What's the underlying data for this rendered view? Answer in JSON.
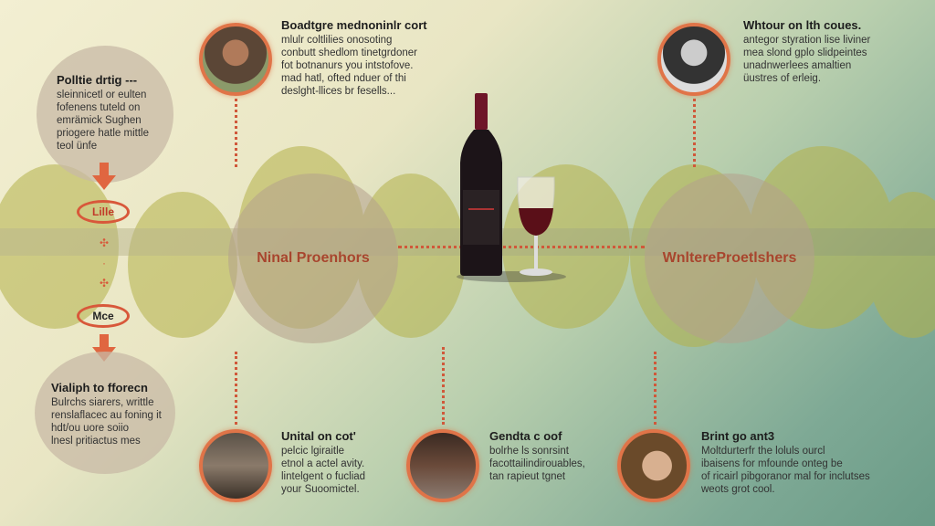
{
  "hubs": {
    "left": "Ninal Proenhors",
    "right": "WnltereProеtlshers"
  },
  "left_panel": {
    "top": {
      "title": "Polltie drtig ---",
      "lines": [
        "sleinnicetl or eulten",
        "fofenens tuteld on",
        "emrämick Sughen",
        "priogere hatle mittle",
        "teol ünfe"
      ]
    },
    "pill1": "Lille",
    "pill2": "Mce",
    "bottom": {
      "title": "Vialiph to fforecn",
      "lines": [
        "Bulrchs siarers, writtle",
        "renslaflacec au foning it",
        "hdt/ou uore soiio",
        "lnesl pritiactus mes"
      ]
    }
  },
  "top_left": {
    "title": "Boadtgre mednoninlr cort",
    "lines": [
      "mlulr coltlilies onosoting",
      "conbutt shedlom tinetgrdoner",
      "fot botnanurs you intstofove.",
      "mad hatl, ofted nduer of thi",
      "deslght-llices br fesells..."
    ]
  },
  "top_right": {
    "title": "Whtour on lth coues.",
    "lines": [
      "antegor styration lise liviner",
      "mea slond gplo slidpeintes",
      "unadnwerlees amaltien",
      "üustres of erleig."
    ]
  },
  "bottom_1": {
    "title": "Unital on cot'",
    "lines": [
      "pelcic lgiraitle",
      "etnol a actel avity.",
      "lintelgent o fucliad",
      "your Suoomictel."
    ]
  },
  "bottom_2": {
    "title": "Gendta c oof",
    "lines": [
      "bolrhe ls sonrsint",
      "facottailindirouables,",
      "tan rapieut tgnet"
    ]
  },
  "bottom_3": {
    "title": "Brint go ant3",
    "lines": [
      "Moltdurterfr the loluls ourcl",
      "ibaisens for mfounde onteg be",
      "of ricairl pibgoranor mal for inclutses",
      "weots grot cool."
    ]
  },
  "colors": {
    "accent": "#e07448",
    "wine": "#5a0f18",
    "hub_text": "#a8452e"
  }
}
